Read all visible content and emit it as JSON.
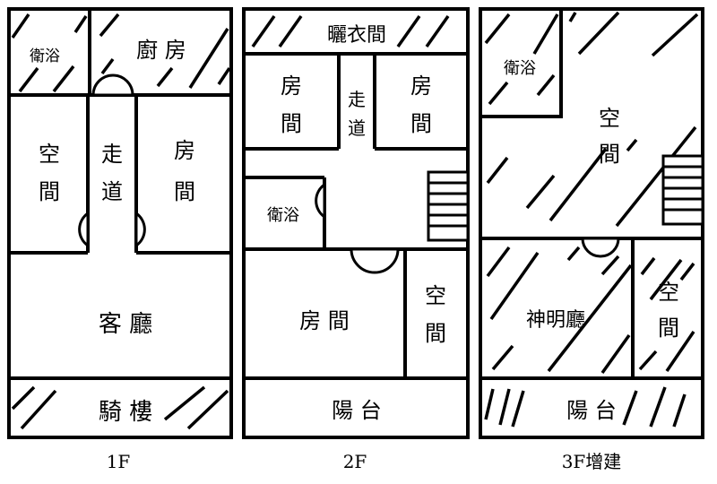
{
  "floors": [
    {
      "label": "1F",
      "rooms": {
        "bath": "衛浴",
        "kitchen": "廚 房",
        "empty_room_1": "空",
        "empty_room_2": "間",
        "corridor_1": "走",
        "corridor_2": "道",
        "bedroom_1": "房",
        "bedroom_2": "間",
        "living_room": "客 廳",
        "arcade": "騎 樓"
      }
    },
    {
      "label": "2F",
      "rooms": {
        "laundry": "曬衣間",
        "bedroom_left_1": "房",
        "bedroom_left_2": "間",
        "corridor_1": "走",
        "corridor_2": "道",
        "bedroom_right_1": "房",
        "bedroom_right_2": "間",
        "bath": "衛浴",
        "bedroom_main": "房 間",
        "empty_room_1": "空",
        "empty_room_2": "間",
        "balcony": "陽 台"
      }
    },
    {
      "label": "3F增建",
      "rooms": {
        "bath": "衛浴",
        "empty_room_1": "空",
        "empty_room_2": "間",
        "shrine_hall": "神明廳",
        "empty_small_1": "空",
        "empty_small_2": "間",
        "balcony": "陽 台"
      }
    }
  ]
}
